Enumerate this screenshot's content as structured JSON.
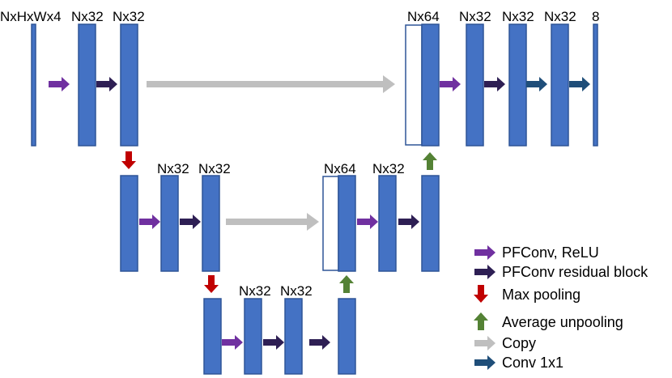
{
  "colors": {
    "block": "#4472C4",
    "block_outline": "#2F5597",
    "pfconv_relu": "#7030A0",
    "residual": "#2E1F54",
    "max_pool": "#C00000",
    "avg_unpool": "#548235",
    "copy": "#BFBFBF",
    "conv1x1": "#1F4E79"
  },
  "labels": {
    "top_input": "NxHxWx4",
    "top_c1": "Nx32",
    "top_c2": "Nx32",
    "top_concat": "Nx64",
    "top_d1": "Nx32",
    "top_d2": "Nx32",
    "top_d3": "Nx32",
    "top_out": "8",
    "mid_c1": "Nx32",
    "mid_c2": "Nx32",
    "mid_concat": "Nx64",
    "mid_d1": "Nx32",
    "bot_c1": "Nx32",
    "bot_c2": "Nx32"
  },
  "legend": [
    {
      "label": "PFConv, ReLU",
      "icon": "arrow-right",
      "color_key": "pfconv_relu"
    },
    {
      "label": "PFConv residual block",
      "icon": "arrow-right",
      "color_key": "residual"
    },
    {
      "label": "Max pooling",
      "icon": "arrow-down",
      "color_key": "max_pool"
    },
    {
      "label": "Average unpooling",
      "icon": "arrow-up",
      "color_key": "avg_unpool"
    },
    {
      "label": "Copy",
      "icon": "arrow-right",
      "color_key": "copy"
    },
    {
      "label": "Conv 1x1",
      "icon": "arrow-right",
      "color_key": "conv1x1"
    }
  ]
}
